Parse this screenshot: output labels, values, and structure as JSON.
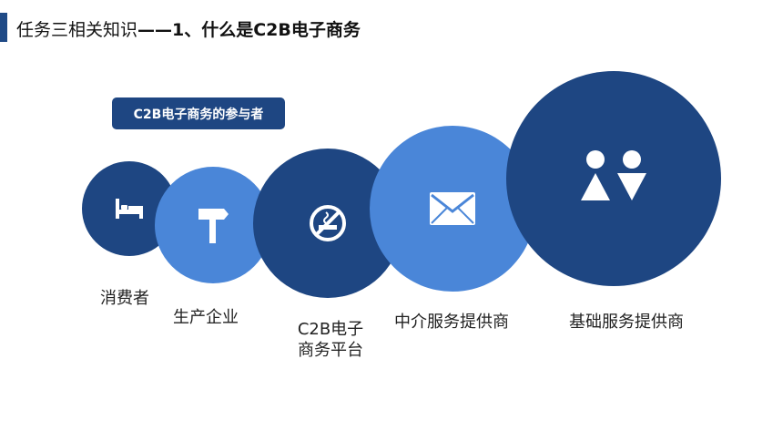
{
  "title": {
    "main": "任务三相关知识",
    "highlight": "——1、什么是C2B电子商务"
  },
  "badge": "C2B电子商务的参与者",
  "participants": [
    {
      "label": "消费者",
      "icon": "bed-icon"
    },
    {
      "label": "生产企业",
      "icon": "signpost-icon"
    },
    {
      "label_line1": "C2B电子",
      "label_line2": "商务平台",
      "icon": "no-smoking-icon"
    },
    {
      "label": "中介服务提供商",
      "icon": "envelope-icon"
    },
    {
      "label": "基础服务提供商",
      "icon": "restroom-icon"
    }
  ],
  "colors": {
    "dark_blue": "#1e4682",
    "light_blue": "#4a86d8",
    "white": "#ffffff"
  }
}
